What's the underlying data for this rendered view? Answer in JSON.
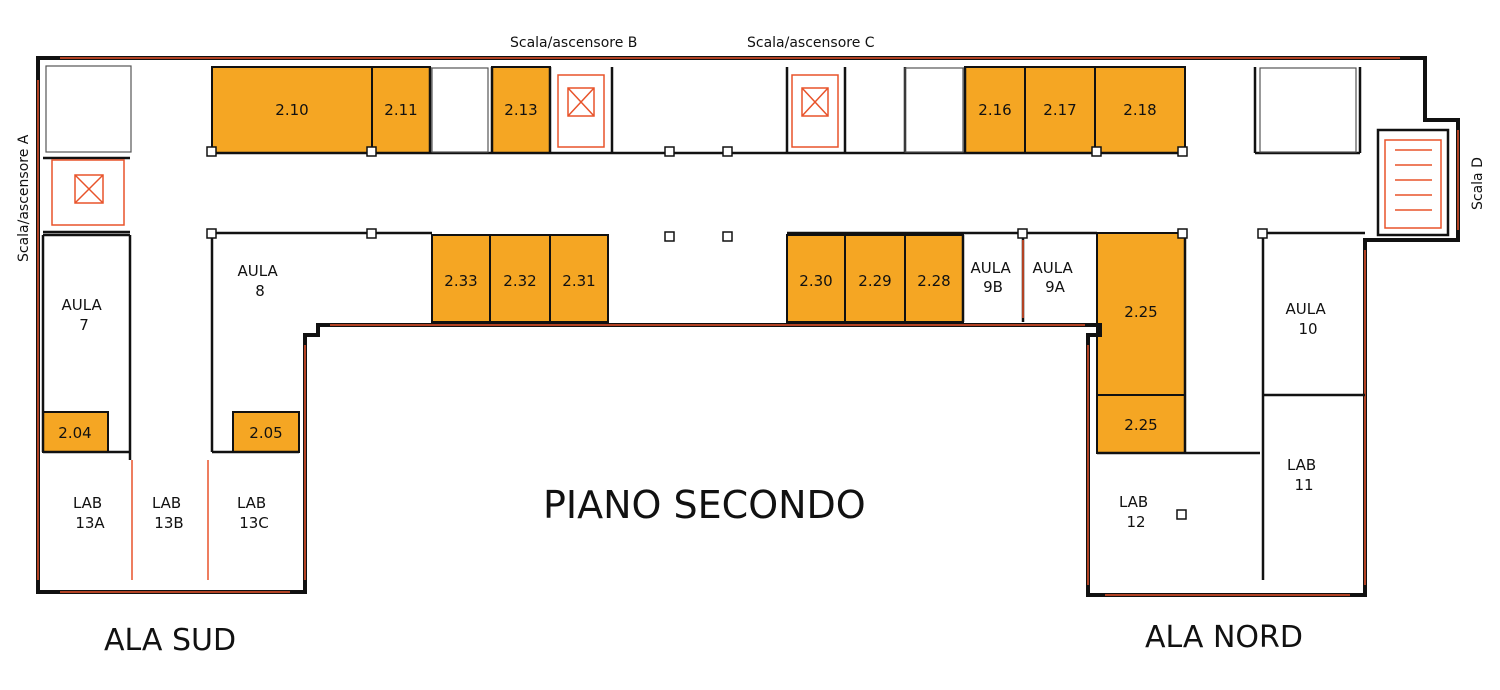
{
  "colors": {
    "wall": "#111111",
    "highlight": "#f5a623",
    "accent_red": "#e8532a",
    "background": "#ffffff"
  },
  "titles": {
    "floor": "PIANO SECONDO",
    "south_wing": "ALA SUD",
    "north_wing": "ALA NORD"
  },
  "stairs": {
    "a": "Scala/ascensore A",
    "b": "Scala/ascensore B",
    "c": "Scala/ascensore C",
    "d": "Scala D"
  },
  "rooms": {
    "r210": "2.10",
    "r211": "2.11",
    "r213": "2.13",
    "r216": "2.16",
    "r217": "2.17",
    "r218": "2.18",
    "r233": "2.33",
    "r232": "2.32",
    "r231": "2.31",
    "r230": "2.30",
    "r229": "2.29",
    "r228": "2.28",
    "r225a": "2.25",
    "r225b": "2.25",
    "r204": "2.04",
    "r205": "2.05",
    "aula7": [
      "AULA",
      "7"
    ],
    "aula8": [
      "AULA",
      "8"
    ],
    "aula9b": [
      "AULA",
      "9B"
    ],
    "aula9a": [
      "AULA",
      "9A"
    ],
    "aula10": [
      "AULA",
      "10"
    ],
    "lab13a": [
      "LAB",
      "13A"
    ],
    "lab13b": [
      "LAB",
      "13B"
    ],
    "lab13c": [
      "LAB",
      "13C"
    ],
    "lab12": [
      "LAB",
      "12"
    ],
    "lab11": [
      "LAB",
      "11"
    ]
  }
}
